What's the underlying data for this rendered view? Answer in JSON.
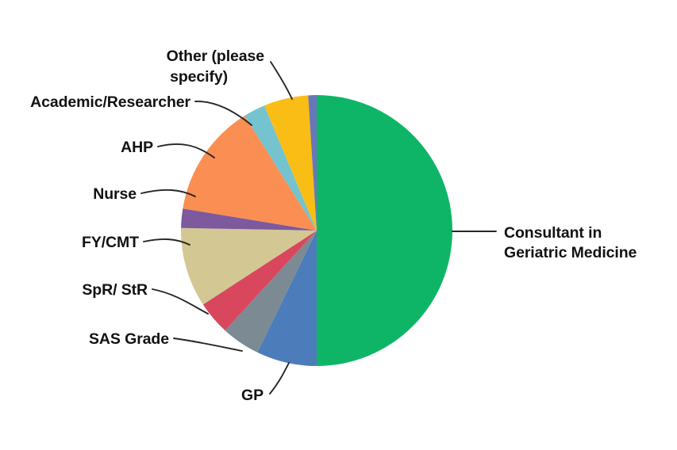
{
  "chart_data": {
    "type": "pie",
    "title": "",
    "subtitle": "",
    "xlabel": "",
    "ylabel": "",
    "legend_position": "none",
    "labels_position": "outside-with-leader-lines",
    "grid": false,
    "start_angle_deg": 0,
    "direction": "clockwise",
    "categories": [
      "Consultant in Geriatric Medicine",
      "Other (please specify)",
      "Academic/Researcher",
      "AHP",
      "Nurse",
      "FY/CMT",
      "SpR/ StR",
      "SAS Grade",
      "GP"
    ],
    "values": [
      50.0,
      7.2,
      4.6,
      4.0,
      9.5,
      2.3,
      13.5,
      2.6,
      5.3
    ],
    "colors": [
      "#0fb567",
      "#4d7cba",
      "#7c8a93",
      "#d9475e",
      "#d3c894",
      "#7d599e",
      "#fb8e52",
      "#74c3cf",
      "#f9bd16"
    ],
    "slices": [
      {
        "label": "Consultant in Geriatric Medicine",
        "value": 50.0,
        "color": "#0fb567"
      },
      {
        "label": "Other (please specify)",
        "value": 7.2,
        "color": "#4d7cba"
      },
      {
        "label": "Academic/Researcher",
        "value": 4.6,
        "color": "#7c8a93"
      },
      {
        "label": "AHP",
        "value": 4.0,
        "color": "#d9475e"
      },
      {
        "label": "Nurse",
        "value": 9.5,
        "color": "#d3c894"
      },
      {
        "label": "FY/CMT",
        "value": 2.3,
        "color": "#7d599e"
      },
      {
        "label": "SpR/ StR",
        "value": 13.5,
        "color": "#fb8e52"
      },
      {
        "label": "SAS Grade",
        "value": 2.6,
        "color": "#74c3cf"
      },
      {
        "label": "GP",
        "value": 5.3,
        "color": "#f9bd16"
      },
      {
        "label": "",
        "value": 1.0,
        "color": "#6877b8"
      }
    ]
  },
  "labels": {
    "consultant": {
      "line1": "Consultant in",
      "line2": "Geriatric Medicine"
    },
    "other": {
      "line1": "Other (please",
      "line2": "specify)"
    },
    "academic": "Academic/Researcher",
    "ahp": "AHP",
    "nurse": "Nurse",
    "fycmt": "FY/CMT",
    "spr": "SpR/ StR",
    "sas": "SAS Grade",
    "gp": "GP"
  },
  "colors": {
    "background": "#ffffff",
    "text": "#121212",
    "leader_line": "#262626"
  }
}
